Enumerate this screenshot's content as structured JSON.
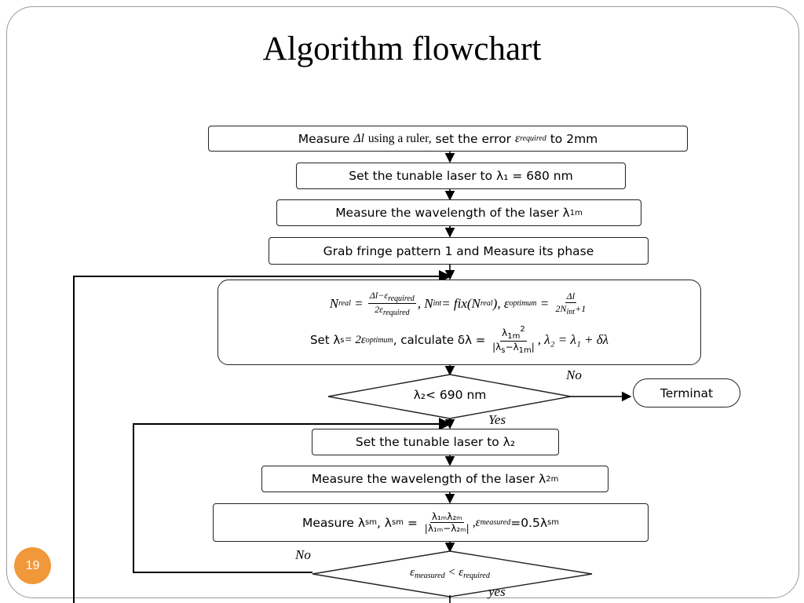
{
  "slide": {
    "title": "Algorithm flowchart",
    "page_number": "19"
  },
  "steps": {
    "step1_text": "Measure",
    "step1_var": "Δl",
    "step1_mid": "using a ruler,",
    "step1_tail": "set the error",
    "step1_err": "ε",
    "step1_err_sub": "required",
    "step1_end": "to 2mm",
    "step2": "Set the tunable laser to λ₁ = 680 nm",
    "step3_text": "Measure the wavelength of the laser λ",
    "step3_sub": "1m",
    "step4": "Grab fringe pattern 1 and Measure its phase",
    "calc_line1": {
      "n_real": "N",
      "n_real_sub": "real",
      "frac1_num": "Δl−ε",
      "frac1_num_sub": "required",
      "frac1_den": "2ε",
      "frac1_den_sub": "required",
      "n_int": ", N",
      "n_int_sub": "int",
      "fix": " = fix(N",
      "fix_sub": "real",
      "fix_close": "), ε",
      "opt_sub": "optimum",
      "frac2_num": "Δl",
      "frac2_den": "2N",
      "frac2_den_sub": "int",
      "frac2_den_tail": "+1"
    },
    "calc_line2": {
      "set": "Set λ",
      "set_sub": "s",
      "eq": " = 2ε",
      "opt_sub": "optimum",
      "calc": ", calculate δλ =",
      "frac_num": "λ",
      "frac_num_sub": "1m",
      "frac_num_sup": "2",
      "frac_den": "|λ",
      "frac_den_sub1": "s",
      "frac_den_mid": "−λ",
      "frac_den_sub2": "1m",
      "frac_den_end": "|",
      "tail": ", λ₂ = λ₁ + δλ"
    },
    "decision1": "λ₂< 690 nm",
    "terminate": "Terminat",
    "step5": "Set the tunable laser to λ₂",
    "step6_text": "Measure the wavelength of the laser λ",
    "step6_sub": "2m",
    "step7": {
      "measure": "Measure λ",
      "sub_sm": "sm",
      "lam": ", λ",
      "frac_num": "λ₁ₘλ₂ₘ",
      "frac_den": "|λ₁ₘ−λ₂ₘ|",
      "eps": ",ε",
      "eps_sub": "measured",
      "tail": "=0.5λ",
      "tail_sub": "sm"
    },
    "decision2_lhs": "ε",
    "decision2_lhs_sub": "measured",
    "decision2_op": " < ε",
    "decision2_rhs_sub": "required"
  },
  "labels": {
    "no1": "No",
    "yes1": "Yes",
    "no2": "No",
    "yes2": "yes"
  },
  "colors": {
    "accent": "#f0983a",
    "frame": "#9a9a9a"
  }
}
